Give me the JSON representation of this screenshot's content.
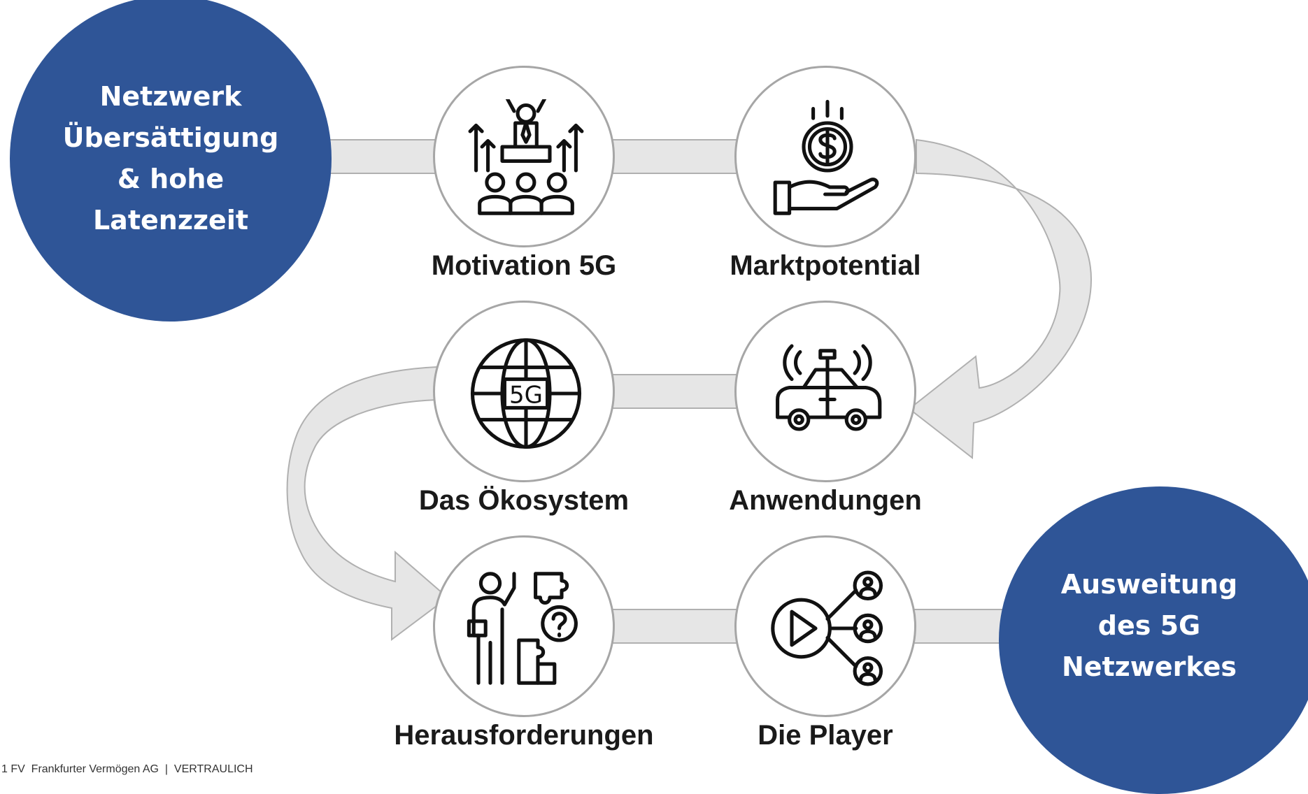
{
  "start": {
    "text": "Netzwerk\nÜbersättigung\n& hohe\nLatenzzeit"
  },
  "end": {
    "text": "Ausweitung\ndes 5G\nNetzwerkes"
  },
  "steps": [
    {
      "label": "Motivation 5G",
      "icon": "leader-audience-icon"
    },
    {
      "label": "Marktpotential",
      "icon": "money-hand-icon"
    },
    {
      "label": "Anwendungen",
      "icon": "connected-car-icon"
    },
    {
      "label": "Das Ökosystem",
      "icon": "globe-5g-icon"
    },
    {
      "label": "Herausforderungen",
      "icon": "puzzle-question-icon"
    },
    {
      "label": "Die Player",
      "icon": "play-network-icon"
    }
  ],
  "globe_badge": "5G",
  "footer": "1 FV  Frankfurter Vermögen AG  |  VERTRAULICH",
  "colors": {
    "circle_fill": "#2f5597",
    "arrow_fill": "#e6e6e6",
    "arrow_stroke": "#b0b0b0",
    "node_border": "#a6a6a6"
  }
}
